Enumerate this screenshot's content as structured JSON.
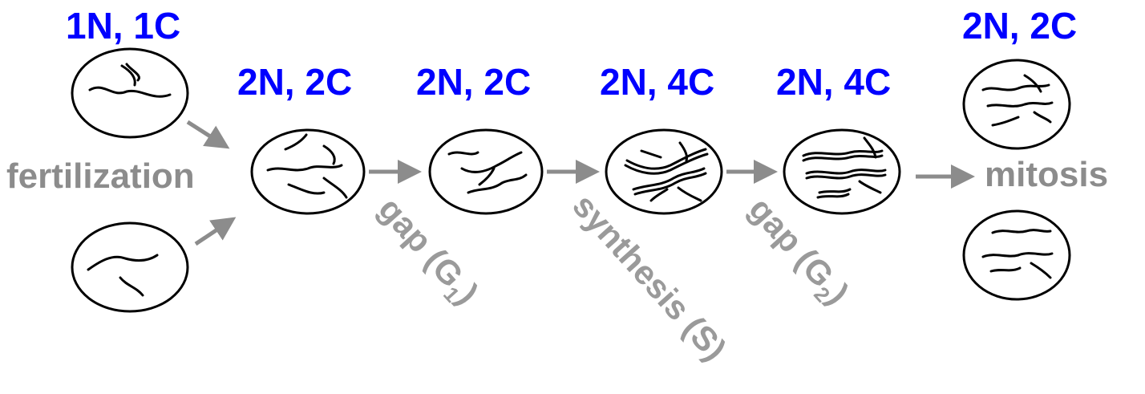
{
  "ploidy_labels": {
    "gamete": "1N, 1C",
    "zygote": "2N, 2C",
    "g1": "2N, 2C",
    "s": "2N, 4C",
    "g2": "2N, 4C",
    "daughters": "2N, 2C"
  },
  "process_labels": {
    "fertilization": "fertilization",
    "mitosis": "mitosis",
    "gap1_text": "gap (G",
    "gap1_sub": "1",
    "synthesis_text": "synthesis (S",
    "gap2_text": "gap (G",
    "gap2_sub": "2",
    "close_paren": ")"
  },
  "colors": {
    "ploidy": "#0000ff",
    "process": "#8c8c8c",
    "outline": "#000000"
  }
}
